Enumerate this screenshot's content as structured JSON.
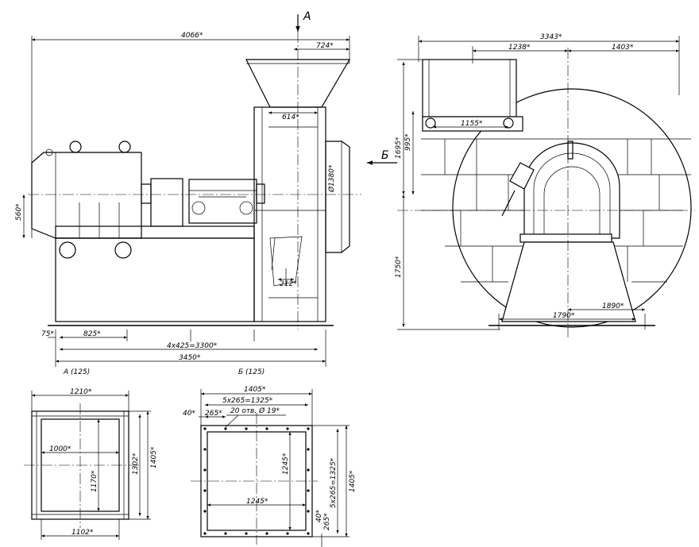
{
  "views": {
    "view_a_arrow": "A",
    "view_b_arrow": "Б",
    "view_a_title": "A (125)",
    "view_b_title": "Б (125)"
  },
  "front_view": {
    "overall_length": "4066*",
    "inlet_offset": "724*",
    "inlet_width": "614*",
    "outlet_diameter": "Ø1380*",
    "shaft_height": "560*",
    "inner_detail": "212*",
    "end_offset": "75*",
    "first_pitch": "825*",
    "bolt_spacing": "4x425=3300*",
    "base_length": "3450*"
  },
  "side_view": {
    "overall_width": "3343*",
    "left_part": "1238*",
    "right_part": "1403*",
    "flange_width": "1155*",
    "height_upper": "995*",
    "height_total_upper": "1695*",
    "height_lower": "1750*",
    "base_outer": "1890*",
    "base_inner": "1790*"
  },
  "flange_a": {
    "outer_width": "1210*",
    "inner_width": "1000*",
    "bottom_width": "1102*",
    "inner_height": "1170*",
    "height_1302": "1302*",
    "height_1405": "1405*"
  },
  "flange_b": {
    "outer_width": "1405*",
    "hole_pitch_top": "5x265=1325*",
    "edge_offset": "40*",
    "hole_pitch": "265*",
    "holes_note": "20 отв. Ø 19*",
    "inner_height": "1245*",
    "inner_width": "1245*",
    "hole_pitch_side": "5x265=1325*",
    "outer_height": "1405*",
    "edge_offset_bottom": "40*",
    "hole_pitch_bottom": "265*"
  }
}
